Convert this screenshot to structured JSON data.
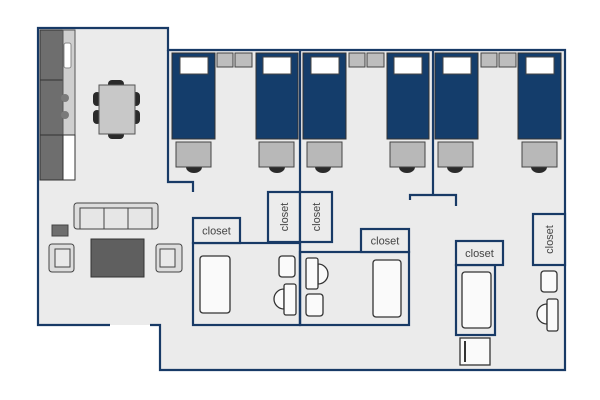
{
  "floor_plan": {
    "closet_labels": [
      "closet",
      "closet",
      "closet",
      "closet",
      "closet",
      "closet"
    ],
    "colors": {
      "wall": "#183a66",
      "floor": "#ebebeb",
      "bed": "#143d6b",
      "rug": "#5f5f5f",
      "cabinet": "#6e6e6e"
    }
  }
}
